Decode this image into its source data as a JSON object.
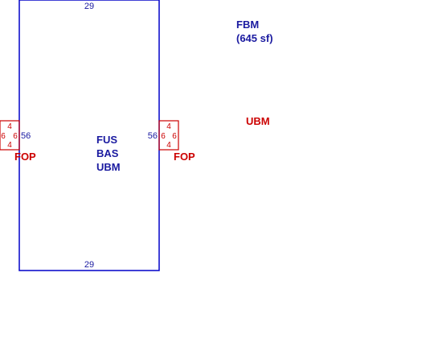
{
  "colors": {
    "blue": "#0000c8",
    "dark_blue": "#1a1aa0",
    "red": "#cc0000",
    "background": "#ffffff"
  },
  "main_area": {
    "dimension_top": "29",
    "dimension_bottom": "29",
    "dimension_left": "56",
    "dimension_right": "56",
    "labels": [
      "FUS",
      "BAS",
      "UBM"
    ]
  },
  "left_porch": {
    "top": "4",
    "bottom": "4",
    "left": "6",
    "right": "6",
    "label": "FOP"
  },
  "right_porch": {
    "top": "4",
    "bottom": "4",
    "left": "6",
    "right": "6",
    "label": "FOP"
  },
  "fbm_label": {
    "line1": "FBM",
    "line2": "(645 sf)"
  },
  "ubm_label": "UBM"
}
